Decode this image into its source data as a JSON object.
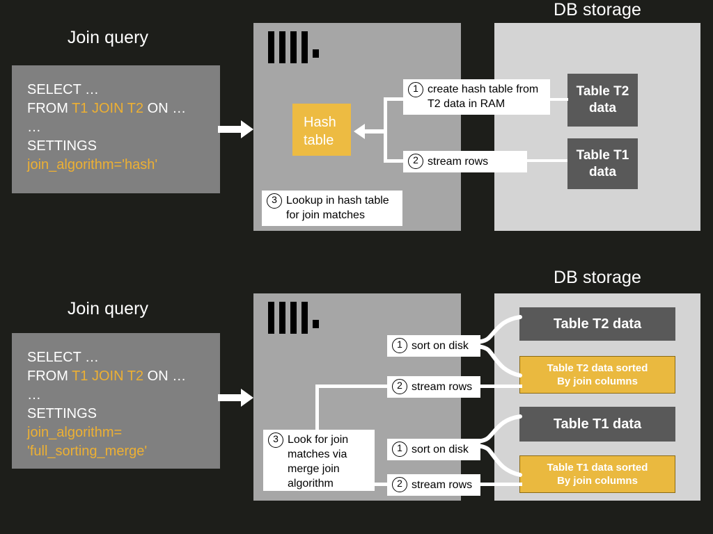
{
  "page": {
    "background": "#1d1e1a",
    "accent_yellow": "#edbb42",
    "panel_gray": "#a6a6a6",
    "storage_gray": "#d4d4d4",
    "table_dark": "#595959",
    "query_box_gray": "#808080"
  },
  "top": {
    "query_title": "Join query",
    "storage_title": "DB storage",
    "query_lines": {
      "l1": "SELECT …",
      "l2_a": "FROM ",
      "l2_b": "T1 JOIN T2",
      "l2_c": " ON …",
      "l3": "…",
      "l4": "SETTINGS",
      "l5": "join_algorithm='hash'"
    },
    "hash_block": "Hash\ntable",
    "callouts": [
      {
        "num": "1",
        "text": "create hash table from\nT2 data in RAM"
      },
      {
        "num": "2",
        "text": "stream rows"
      },
      {
        "num": "3",
        "text": "Lookup in hash table\nfor join matches"
      }
    ],
    "tables": [
      {
        "label": "Table T2\ndata"
      },
      {
        "label": "Table T1\ndata"
      }
    ],
    "logo_name": "clickhouse-logo"
  },
  "bottom": {
    "query_title": "Join query",
    "storage_title": "DB storage",
    "query_lines": {
      "l1": "SELECT …",
      "l2_a": "FROM ",
      "l2_b": "T1 JOIN T2",
      "l2_c": " ON …",
      "l3": "…",
      "l4": "SETTINGS",
      "l5": "join_algorithm=",
      "l6": "'full_sorting_merge'"
    },
    "callouts": [
      {
        "num": "1",
        "text": "sort on disk"
      },
      {
        "num": "2",
        "text": "stream rows"
      },
      {
        "num": "3",
        "text": "Look for join\nmatches via\nmerge join\nalgorithm"
      },
      {
        "num": "1",
        "text": "sort on disk"
      },
      {
        "num": "2",
        "text": "stream rows"
      }
    ],
    "tables": [
      {
        "label": "Table T2 data",
        "style": "dark"
      },
      {
        "label": "Table T2 data sorted\nBy join columns",
        "style": "yellow"
      },
      {
        "label": "Table T1 data",
        "style": "dark"
      },
      {
        "label": "Table T1 data sorted\nBy join columns",
        "style": "yellow"
      }
    ],
    "logo_name": "clickhouse-logo"
  }
}
